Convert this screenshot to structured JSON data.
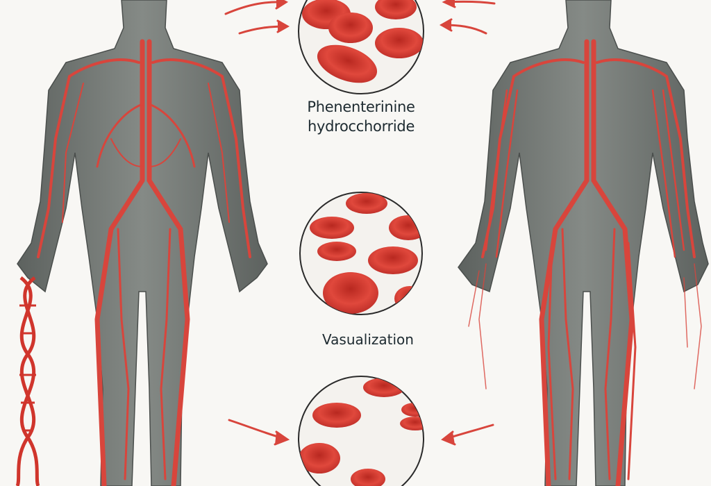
{
  "labels": {
    "drug_name_line1": "Phenenterinine",
    "drug_name_line2": "hydrocchorride",
    "caption": "Vasualization"
  },
  "colors": {
    "vessel": "#d8453c",
    "body": "#6f7571",
    "background": "#f8f7f4",
    "cell": "#d2382f"
  },
  "icons": [
    "dna-helix-icon",
    "arrow-right-icon",
    "arrow-left-icon"
  ]
}
